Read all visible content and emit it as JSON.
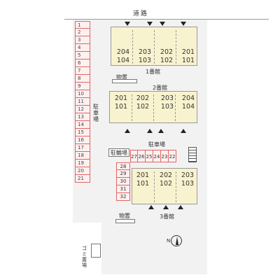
{
  "road_label": "道路",
  "parking_label": "駐車場",
  "parking_label_mid": "駐車場",
  "bike_label": "駐輪場",
  "storage_label_1": "物置",
  "storage_label_3": "物置",
  "gomi_label": "ゴミ置場",
  "left_stalls": [
    "1",
    "2",
    "3",
    "4",
    "5",
    "6",
    "7",
    "8",
    "9",
    "10",
    "11",
    "12",
    "13",
    "14",
    "15",
    "16",
    "17",
    "18",
    "19",
    "20",
    "21"
  ],
  "mid_stalls": [
    "27",
    "26",
    "25",
    "24",
    "23",
    "22"
  ],
  "side_stalls": [
    "28",
    "29",
    "30",
    "31",
    "32"
  ],
  "building1": {
    "label": "1番館",
    "units": [
      [
        "204",
        "104"
      ],
      [
        "203",
        "103"
      ],
      [
        "202",
        "102"
      ],
      [
        "201",
        "101"
      ]
    ]
  },
  "building2": {
    "label": "2番館",
    "units": [
      [
        "201",
        "101"
      ],
      [
        "202",
        "102"
      ],
      [
        "203",
        "103"
      ],
      [
        "204",
        "104"
      ]
    ]
  },
  "building3": {
    "label": "3番館",
    "units": [
      [
        "201",
        "101"
      ],
      [
        "202",
        "102"
      ],
      [
        "203",
        "103"
      ]
    ]
  },
  "north_label": "N"
}
